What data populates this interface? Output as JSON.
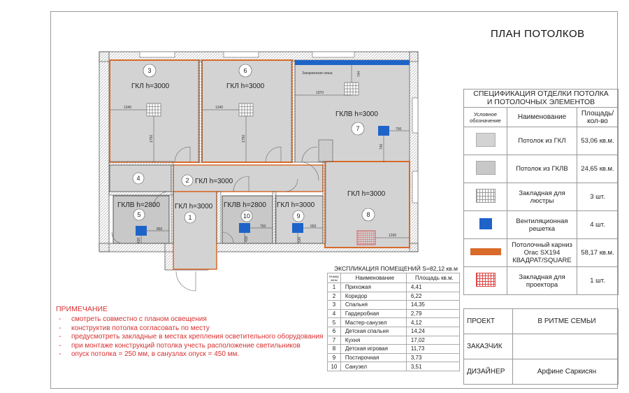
{
  "title": "ПЛАН ПОТОЛКОВ",
  "spec": {
    "title_line1": "СПЕЦИФИКАЦИЯ ОТДЕЛКИ ПОТОЛКА",
    "title_line2": "И ПОТОЛОЧНЫХ ЭЛЕМЕНТОВ",
    "col_symbol": "Условное обозначение",
    "col_name": "Наименование",
    "col_qty": "Площадь/ кол-во",
    "rows": [
      {
        "swatch": "gkl",
        "name": "Потолок из ГКЛ",
        "qty": "53,06 кв.м."
      },
      {
        "swatch": "gklv",
        "name": "Потолок из ГКЛВ",
        "qty": "24,65 кв.м."
      },
      {
        "swatch": "chandelier-mount",
        "name": "Закладная для люстры",
        "qty": "3 шт."
      },
      {
        "swatch": "vent-grille",
        "name": "Вентиляционная решетка",
        "qty": "4 шт."
      },
      {
        "swatch": "cornice",
        "name": "Потолочный карниз Orac SX194 КВАДРАТ/SQUARE",
        "qty": "58,17 кв.м."
      },
      {
        "swatch": "projector-mount",
        "name": "Закладная для проектора",
        "qty": "1 шт."
      }
    ]
  },
  "stamp": {
    "project_label": "ПРОЕКТ",
    "project_value": "В РИТМЕ СЕМЬИ",
    "client_label": "ЗАКАЗЧИК",
    "client_value": "",
    "designer_label": "ДИЗАЙНЕР",
    "designer_value": "Арфине Саркисян"
  },
  "explication": {
    "title": "ЭКСПЛИКАЦИЯ ПОМЕЩЕНИЙ S=82,12 кв.м",
    "col_num": "Номер зоны",
    "col_name": "Наименование",
    "col_area": "Площадь кв.м.",
    "rows": [
      {
        "num": "1",
        "name": "Прихожая",
        "area": "4,41"
      },
      {
        "num": "2",
        "name": "Коридор",
        "area": "6,22"
      },
      {
        "num": "3",
        "name": "Спальня",
        "area": "14,35"
      },
      {
        "num": "4",
        "name": "Гардеробная",
        "area": "2,79"
      },
      {
        "num": "5",
        "name": "Мастер-санузел",
        "area": "4,12"
      },
      {
        "num": "6",
        "name": "Детская спальня",
        "area": "14,24"
      },
      {
        "num": "7",
        "name": "Кухня",
        "area": "17,02"
      },
      {
        "num": "8",
        "name": "Детская игровая",
        "area": "11,73"
      },
      {
        "num": "9",
        "name": "Постирочная",
        "area": "3,73"
      },
      {
        "num": "10",
        "name": "Санузел",
        "area": "3,51"
      }
    ]
  },
  "notes": {
    "title": "ПРИМЕЧАНИЕ",
    "items": [
      "смотреть совместно с планом освещения",
      "конструктив потолка согласовать по месту",
      "предусмотреть закладные в местах крепления осветительного оборудования",
      "при монтаже конструкций потолка учесть расположение светильников",
      "опуск потолка = 250 мм, в санузлах опуск = 450 мм."
    ]
  },
  "plan": {
    "rooms": [
      {
        "num": "3",
        "ceiling": "ГКЛ h=3000"
      },
      {
        "num": "6",
        "ceiling": "ГКЛ h=3000"
      },
      {
        "num": "7",
        "ceiling": "ГКЛВ h=3000"
      },
      {
        "num": "8",
        "ceiling": "ГКЛ h=3000"
      },
      {
        "num": "2",
        "ceiling": "ГКЛ h=3000"
      },
      {
        "num": "1",
        "ceiling": "ГКЛ h=3000"
      },
      {
        "num": "4",
        "ceiling": ""
      },
      {
        "num": "5",
        "ceiling": "ГКЛВ h=2800"
      },
      {
        "num": "10",
        "ceiling": "ГКЛВ h=2800"
      },
      {
        "num": "9",
        "ceiling": "ГКЛ h=3000"
      }
    ],
    "dims": {
      "d1340a": "1340",
      "d1750a": "1750",
      "d1340b": "1340",
      "d1750b": "1750",
      "d1970": "1970",
      "d744": "744",
      "d700": "700",
      "d740": "740",
      "d850": "850",
      "d430a": "430",
      "d750": "750",
      "d430b": "430",
      "d650": "650",
      "d530": "530",
      "d1290": "1290"
    },
    "niche_label": "Закарнизная ниша"
  },
  "colors": {
    "cornice": "#d86a2a",
    "vent": "#1e64c8",
    "niche": "#1e64c8",
    "projector": "#d44444",
    "note": "#d83030"
  }
}
